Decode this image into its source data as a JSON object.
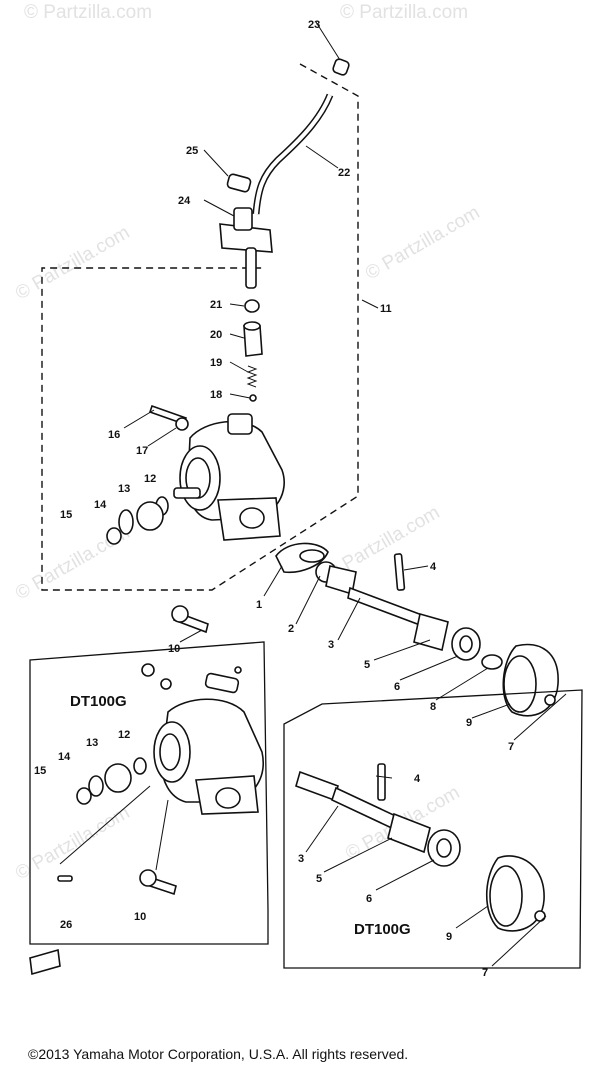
{
  "watermark": "© Partzilla.com",
  "copyright": "©2013  Yamaha Motor Corporation, U.S.A. All rights reserved.",
  "models": {
    "left_box": "DT100G",
    "right_box": "DT100G"
  },
  "callouts": [
    {
      "id": "23",
      "label": "23"
    },
    {
      "id": "22",
      "label": "22"
    },
    {
      "id": "25",
      "label": "25"
    },
    {
      "id": "24",
      "label": "24"
    },
    {
      "id": "11",
      "label": "11"
    },
    {
      "id": "21",
      "label": "21"
    },
    {
      "id": "20",
      "label": "20"
    },
    {
      "id": "19",
      "label": "19"
    },
    {
      "id": "18",
      "label": "18"
    },
    {
      "id": "16",
      "label": "16"
    },
    {
      "id": "17",
      "label": "17"
    },
    {
      "id": "12",
      "label": "12"
    },
    {
      "id": "13",
      "label": "13"
    },
    {
      "id": "14",
      "label": "14"
    },
    {
      "id": "15",
      "label": "15"
    },
    {
      "id": "4a",
      "label": "4"
    },
    {
      "id": "1",
      "label": "1"
    },
    {
      "id": "2",
      "label": "2"
    },
    {
      "id": "3a",
      "label": "3"
    },
    {
      "id": "5a",
      "label": "5"
    },
    {
      "id": "6a",
      "label": "6"
    },
    {
      "id": "8",
      "label": "8"
    },
    {
      "id": "9a",
      "label": "9"
    },
    {
      "id": "7a",
      "label": "7"
    },
    {
      "id": "10a",
      "label": "10"
    },
    {
      "id": "12b",
      "label": "12"
    },
    {
      "id": "13b",
      "label": "13"
    },
    {
      "id": "14b",
      "label": "14"
    },
    {
      "id": "15b",
      "label": "15"
    },
    {
      "id": "26",
      "label": "26"
    },
    {
      "id": "10b",
      "label": "10"
    },
    {
      "id": "4b",
      "label": "4"
    },
    {
      "id": "3b",
      "label": "3"
    },
    {
      "id": "5b",
      "label": "5"
    },
    {
      "id": "6b",
      "label": "6"
    },
    {
      "id": "9b",
      "label": "9"
    },
    {
      "id": "7b",
      "label": "7"
    }
  ]
}
